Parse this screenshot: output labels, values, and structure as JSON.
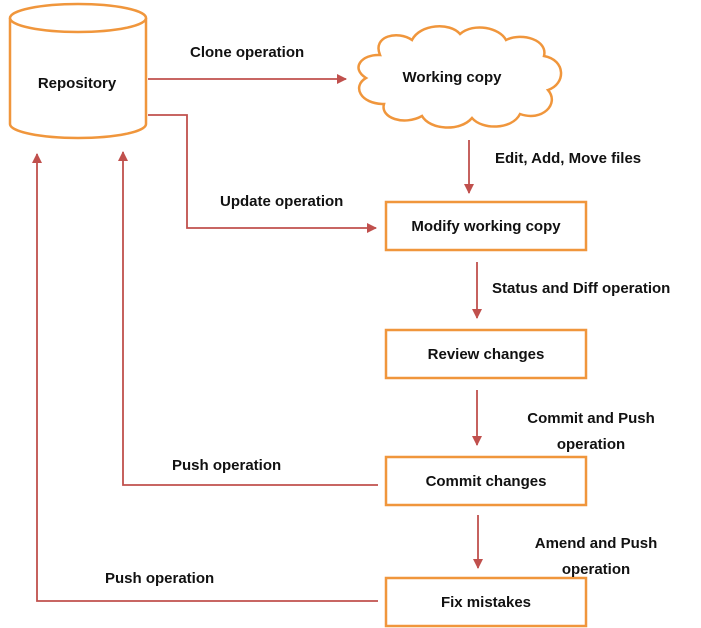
{
  "colors": {
    "node_border": "#f0963c",
    "arrow": "#c0504d",
    "text": "#111111"
  },
  "nodes": {
    "repository": "Repository",
    "working_copy": "Working copy",
    "modify": "Modify working copy",
    "review": "Review changes",
    "commit": "Commit changes",
    "fix": "Fix mistakes"
  },
  "edges": {
    "clone": "Clone operation",
    "edit": "Edit, Add, Move files",
    "update": "Update operation",
    "status": "Status and Diff operation",
    "commit_push_1": "Commit and Push",
    "commit_push_2": "operation",
    "push_1": "Push operation",
    "amend_1": "Amend and Push",
    "amend_2": "operation",
    "push_2": "Push operation"
  }
}
